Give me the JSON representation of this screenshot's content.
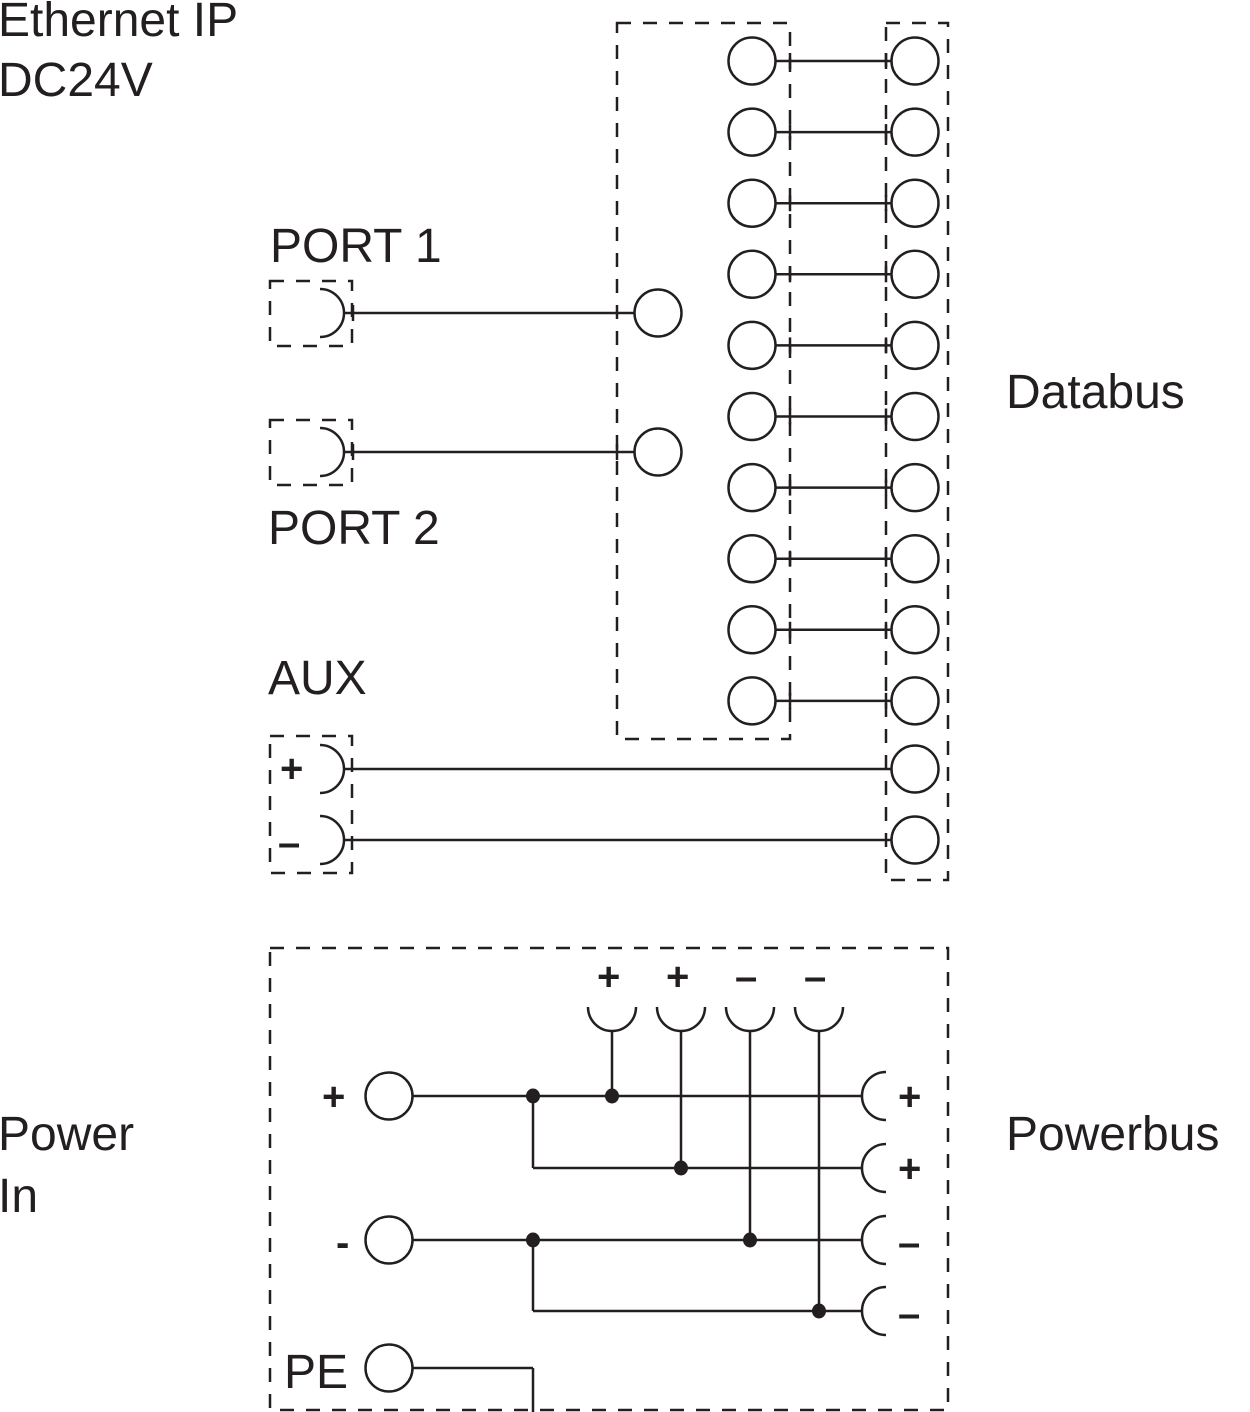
{
  "title": {
    "line1": "Ethernet IP",
    "line2": "DC24V"
  },
  "labels": {
    "port1": "PORT 1",
    "port2": "PORT 2",
    "aux": "AUX",
    "databus": "Databus",
    "power_in_line1": "Power",
    "power_in_line2": "In",
    "powerbus": "Powerbus",
    "pe": "PE"
  },
  "aux_terminals": [
    {
      "polarity": "+"
    },
    {
      "polarity": "–"
    }
  ],
  "databus": {
    "terminal_count": 12,
    "internal_pair_count": 10
  },
  "power_in": [
    {
      "polarity": "+"
    },
    {
      "polarity": "-"
    },
    {
      "polarity": "PE"
    }
  ],
  "top_sockets": [
    "+",
    "+",
    "–",
    "–"
  ],
  "powerbus_outputs": [
    "+",
    "+",
    "–",
    "–"
  ],
  "colors": {
    "ink": "#231f20",
    "background": "#ffffff"
  }
}
